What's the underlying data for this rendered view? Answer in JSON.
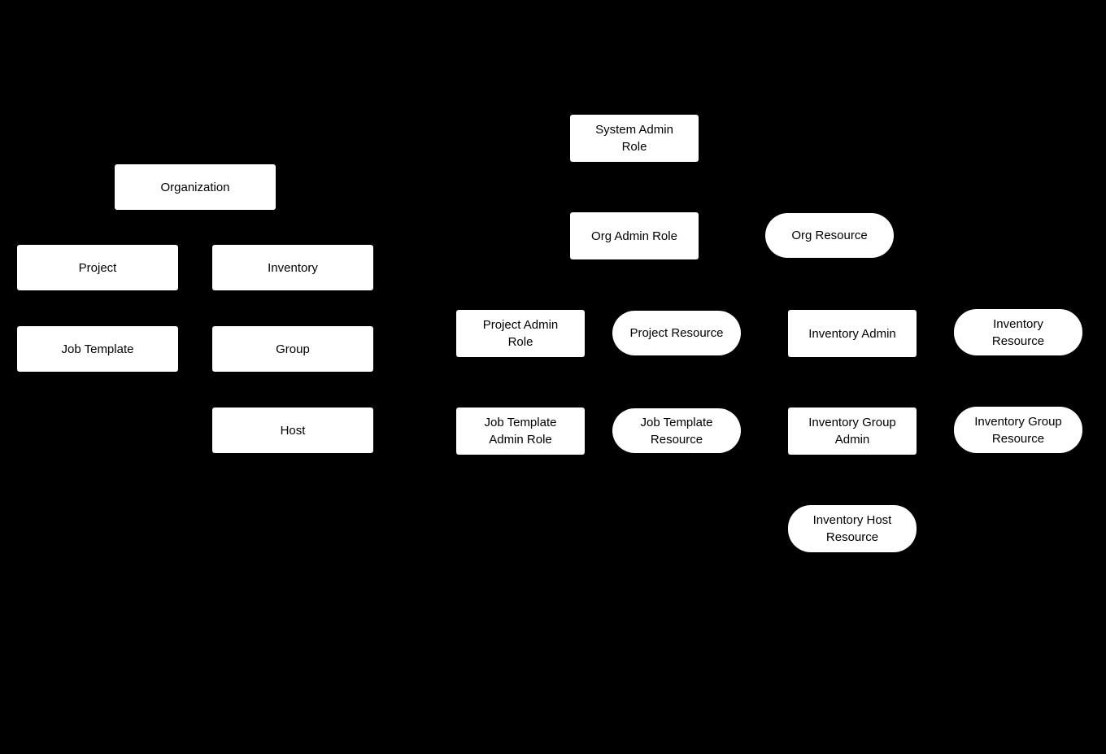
{
  "diagram": {
    "type": "entity-role-resource-diagram",
    "colors": {
      "background": "#000000",
      "node_fill": "#ffffff",
      "node_text": "#000000"
    }
  },
  "nodes": {
    "organization": {
      "label": "Organization",
      "shape": "rect"
    },
    "project": {
      "label": "Project",
      "shape": "rect"
    },
    "inventory": {
      "label": "Inventory",
      "shape": "rect"
    },
    "job_template": {
      "label": "Job Template",
      "shape": "rect"
    },
    "group": {
      "label": "Group",
      "shape": "rect"
    },
    "host": {
      "label": "Host",
      "shape": "rect"
    },
    "system_admin_role": {
      "label": "System Admin\nRole",
      "shape": "rect"
    },
    "org_admin_role": {
      "label": "Org Admin Role",
      "shape": "rect"
    },
    "org_resource": {
      "label": "Org Resource",
      "shape": "pill"
    },
    "project_admin_role": {
      "label": "Project Admin\nRole",
      "shape": "rect"
    },
    "project_resource": {
      "label": "Project Resource",
      "shape": "pill"
    },
    "inventory_admin": {
      "label": "Inventory Admin",
      "shape": "rect"
    },
    "inventory_resource": {
      "label": "Inventory\nResource",
      "shape": "pill"
    },
    "job_template_admin_role": {
      "label": "Job Template\nAdmin Role",
      "shape": "rect"
    },
    "job_template_resource": {
      "label": "Job Template\nResource",
      "shape": "pill"
    },
    "inventory_group_admin": {
      "label": "Inventory Group\nAdmin",
      "shape": "rect"
    },
    "inventory_group_resource": {
      "label": "Inventory Group\nResource",
      "shape": "pill"
    },
    "inventory_host_resource": {
      "label": "Inventory Host\nResource",
      "shape": "pill"
    }
  }
}
